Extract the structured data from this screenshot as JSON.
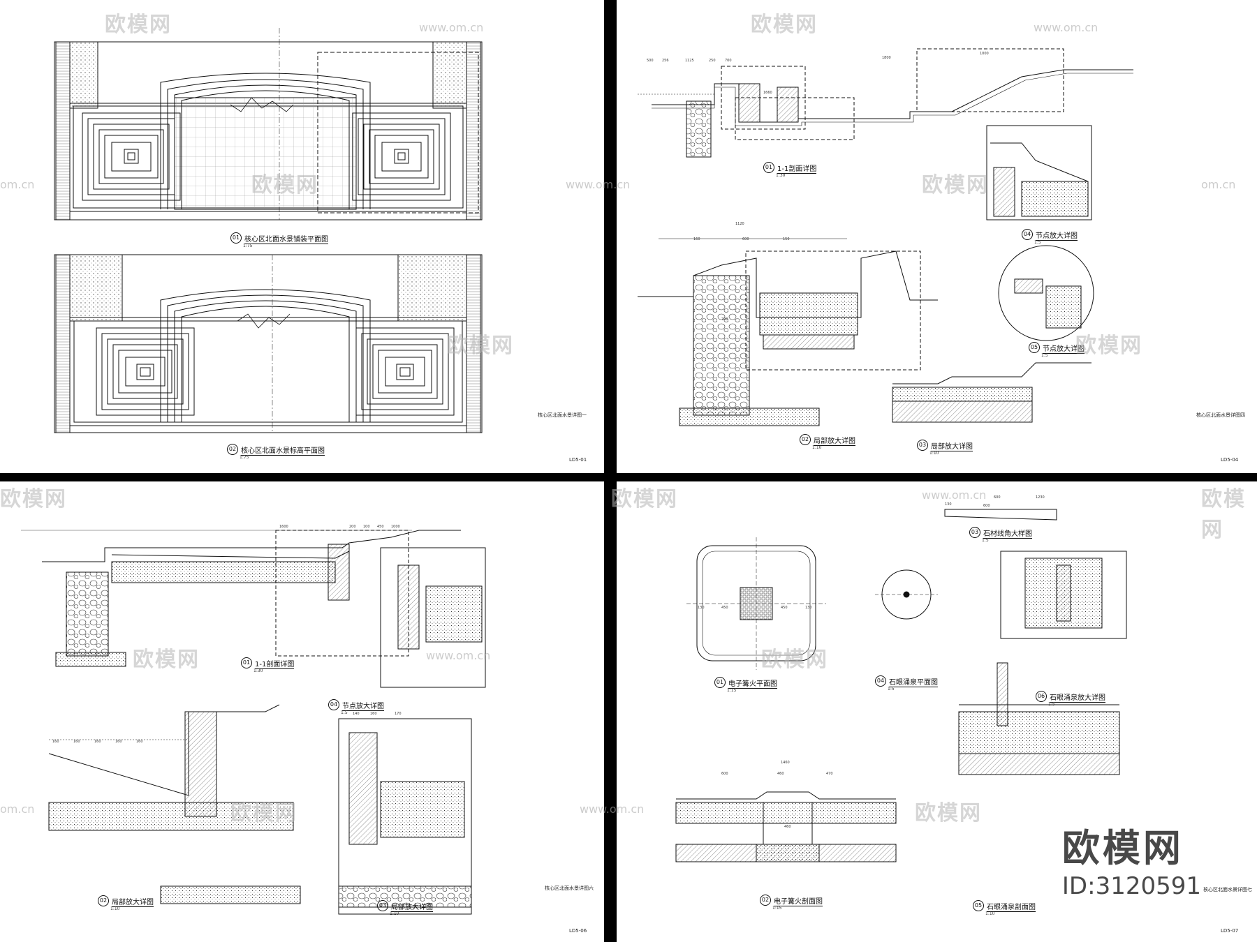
{
  "watermark": {
    "brand": "欧模网",
    "url": "www.om.cn",
    "url_short": "om.cn",
    "id_label": "ID:3120591"
  },
  "sheets": [
    {
      "code": "LD5-01",
      "name": "核心区北面水景详图一",
      "drawings": [
        {
          "num": "01",
          "title": "核心区北面水景铺装平面图",
          "scale": "1:75"
        },
        {
          "num": "02",
          "title": "核心区北面水景标高平面图",
          "scale": "1:75"
        }
      ]
    },
    {
      "code": "LD5-04",
      "name": "核心区北面水景详图四",
      "drawings": [
        {
          "num": "01",
          "title": "1-1剖面详图",
          "scale": "1:30"
        },
        {
          "num": "02",
          "title": "局部放大详图",
          "scale": "1:10"
        },
        {
          "num": "03",
          "title": "局部放大详图",
          "scale": "1:10"
        },
        {
          "num": "04",
          "title": "节点放大详图",
          "scale": "1:5"
        },
        {
          "num": "05",
          "title": "节点放大详图",
          "scale": "1:5"
        }
      ],
      "dims": [
        "500",
        "256",
        "1125",
        "250",
        "700",
        "1800",
        "1000",
        "1660",
        "1120",
        "150",
        "160",
        "600",
        "700"
      ]
    },
    {
      "code": "LD5-06",
      "name": "核心区北面水景详图六",
      "drawings": [
        {
          "num": "01",
          "title": "1-1剖面详图",
          "scale": "1:30"
        },
        {
          "num": "02",
          "title": "局部放大详图",
          "scale": "1:10"
        },
        {
          "num": "03",
          "title": "局部放大详图",
          "scale": "1:10"
        },
        {
          "num": "04",
          "title": "节点放大详图",
          "scale": "1:5"
        }
      ],
      "dims": [
        "1600",
        "200",
        "100",
        "450",
        "1000",
        "160",
        "160",
        "160",
        "160",
        "160",
        "140",
        "160",
        "170"
      ]
    },
    {
      "code": "LD5-07",
      "name": "核心区北面水景详图七",
      "drawings": [
        {
          "num": "01",
          "title": "电子篝火平面图",
          "scale": "1:15"
        },
        {
          "num": "02",
          "title": "电子篝火剖面图",
          "scale": "1:15"
        },
        {
          "num": "03",
          "title": "石材线角大样图",
          "scale": "1:5"
        },
        {
          "num": "04",
          "title": "石眼涌泉平面图",
          "scale": "1:5"
        },
        {
          "num": "05",
          "title": "石眼涌泉剖面图",
          "scale": "1:10"
        },
        {
          "num": "06",
          "title": "石眼涌泉放大详图",
          "scale": "1:5"
        }
      ],
      "dims": [
        "130",
        "450",
        "450",
        "130",
        "600",
        "1460",
        "600",
        "460",
        "460",
        "470",
        "130",
        "600",
        "1230"
      ]
    }
  ]
}
